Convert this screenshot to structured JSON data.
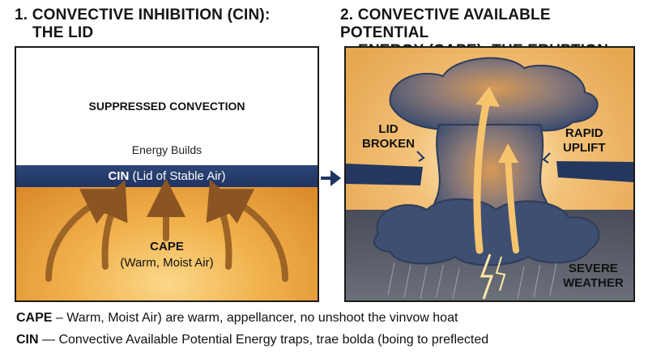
{
  "titles": {
    "left_line1": "1. CONVECTIVE INHIBITION (CIN):",
    "left_line2": "THE LID",
    "right_line1": "2. CONVECTIVE AVAILABLE POTENTIAL",
    "right_line2": "ENERGY (CAPE): THE ERUPTION"
  },
  "left_panel": {
    "suppressed": "SUPPRESSED CONVECTION",
    "energy": "Energy Builds",
    "lid_strong": "CIN",
    "lid_rest": " (Lid of Stable Air)",
    "cape": "CAPE",
    "cape_sub": "(Warm, Moist Air)"
  },
  "right_panel": {
    "lid_broken_1": "LID",
    "lid_broken_2": "BROKEN",
    "rapid_1": "RAPID",
    "rapid_2": "UPLIFT",
    "severe_1": "SEVERE",
    "severe_2": "WEATHER"
  },
  "captions": {
    "c1_term": "CAPE",
    "c1_text": " – Warm, Moist Air) are warm, appellancer, no unshoot the vinvow hoat",
    "c2_term": "CIN",
    "c2_text": " — Convective Available Potential Energy traps, trae bolda (boing to preflected"
  },
  "colors": {
    "lid": "#1f3463",
    "warm": "#f1b14c",
    "cloud": "#3d4d6e",
    "arrow": "#b5742a",
    "lightning": "#ffe9a8"
  }
}
